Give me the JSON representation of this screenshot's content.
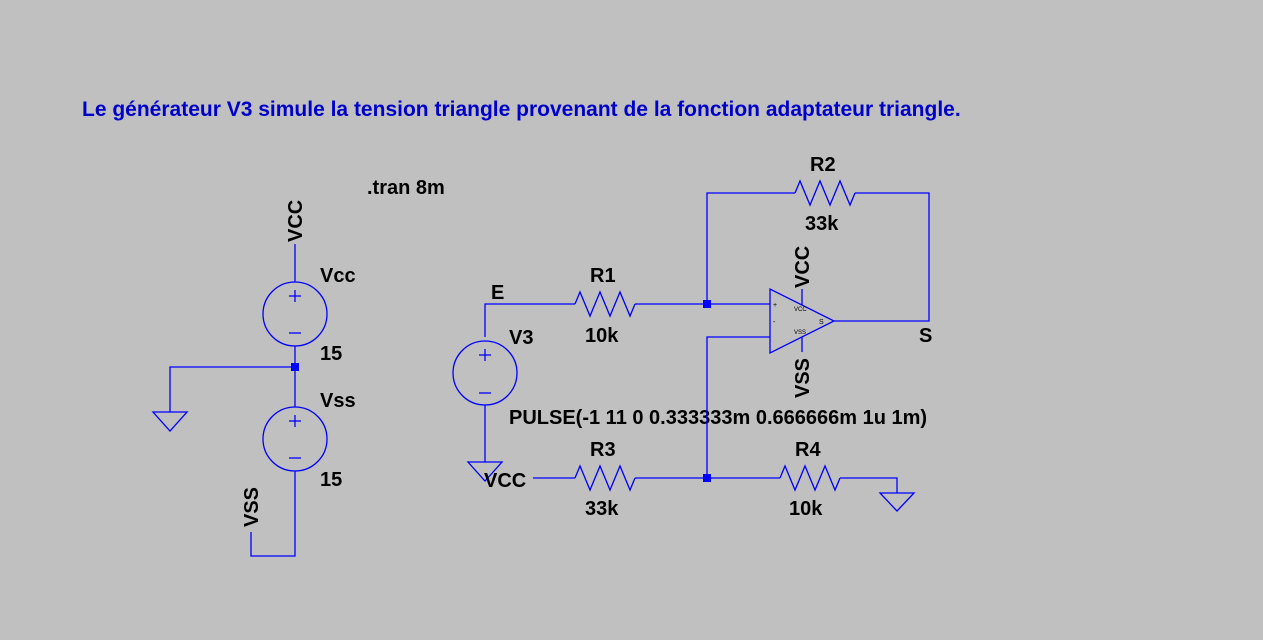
{
  "comment": "Le générateur V3 simule la tension triangle provenant de la fonction adaptateur triangle.",
  "directive": ".tran 8m",
  "colors": {
    "background": "#c0c0c0",
    "wire": "#0000ff",
    "comment": "#0000cc",
    "text": "#000000"
  },
  "supplies": {
    "vcc_net": "VCC",
    "vcc_name": "Vcc",
    "vcc_value": "15",
    "vss_name": "Vss",
    "vss_value": "15",
    "vss_net": "VSS"
  },
  "generator": {
    "name": "V3",
    "net": "E",
    "value": "PULSE(-1 11 0 0.333333m 0.666666m 1u 1m)"
  },
  "resistors": {
    "r1": {
      "name": "R1",
      "value": "10k"
    },
    "r2": {
      "name": "R2",
      "value": "33k"
    },
    "r3": {
      "name": "R3",
      "value": "33k"
    },
    "r4": {
      "name": "R4",
      "value": "10k"
    }
  },
  "opamp": {
    "vcc_net": "VCC",
    "vss_net": "VSS",
    "pin_plus": "+",
    "pin_minus": "-",
    "pin_vcc": "VCC",
    "pin_vss": "VSS",
    "pin_out": "S",
    "output_net": "S"
  },
  "r3_supply_net": "VCC",
  "icons": [
    "ground-icon",
    "voltage-source-icon",
    "resistor-icon",
    "opamp-icon"
  ]
}
